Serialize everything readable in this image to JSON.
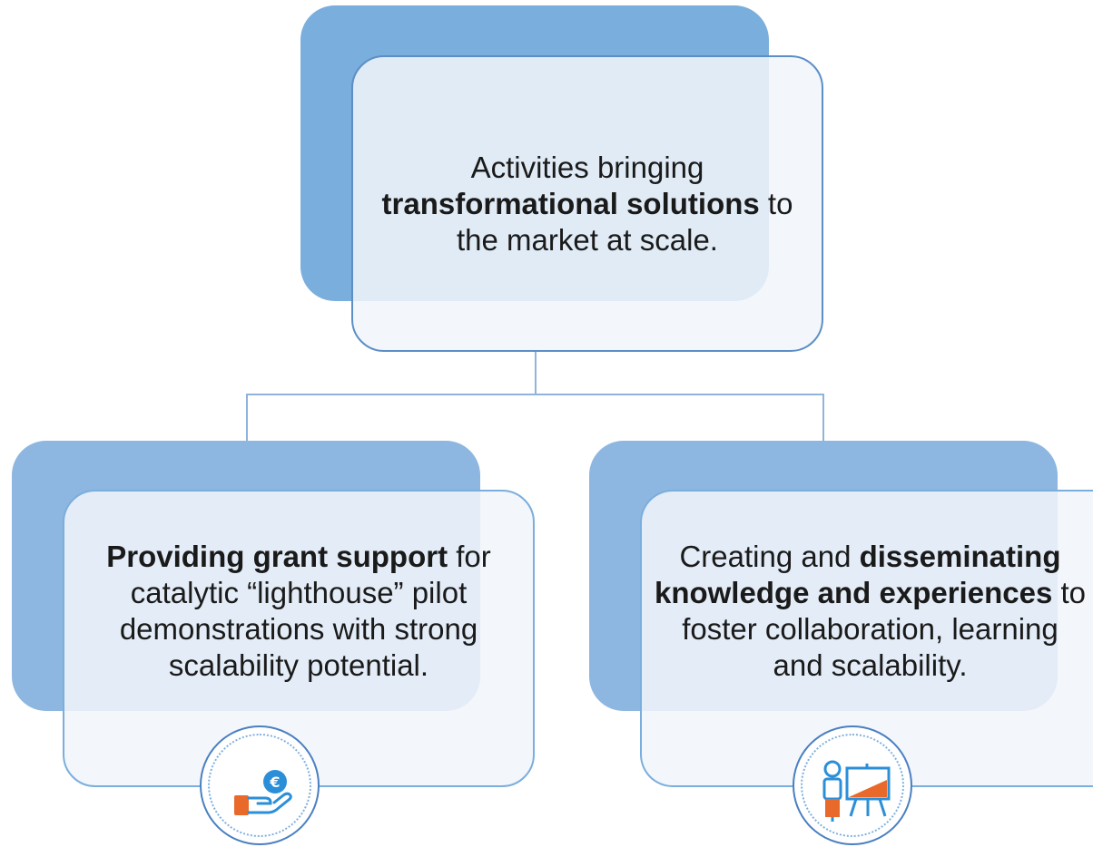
{
  "top": {
    "line1": "Activities bringing",
    "bold": "transformational solutions",
    "after_bold": " to",
    "line3": "the market at scale."
  },
  "left": {
    "bold": "Providing grant support",
    "line1_rest": " for",
    "line2": "catalytic “lighthouse” pilot",
    "line3": "demonstrations with strong",
    "line4": "scalability potential.",
    "icon": "hand-euro-icon"
  },
  "right": {
    "line1_start": "Creating and ",
    "bold1": "disseminating",
    "bold2": "knowledge and experiences",
    "line2_rest": " to",
    "line3": "foster collaboration, learning",
    "line4": "and scalability.",
    "icon": "presenter-board-icon"
  },
  "colors": {
    "back_box": "#7aaedd",
    "border": "#5b8fc6",
    "connector": "#8fb4dc",
    "accent_orange": "#e8692a",
    "accent_blue": "#2b8fd8"
  }
}
